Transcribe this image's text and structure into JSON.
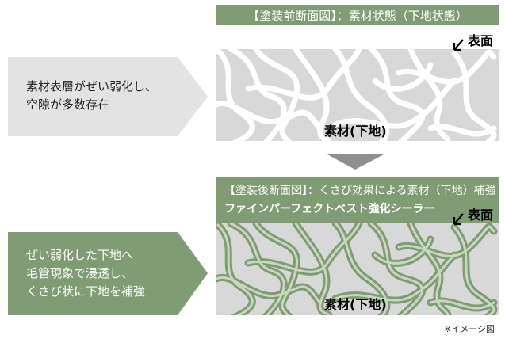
{
  "before": {
    "header": "【塗装前断面図】：素材状態（下地状態）",
    "surface_label": "表面",
    "base_label": "素材(下地)",
    "description": [
      "素材表層がぜい弱化し、",
      "空隙が多数存在"
    ]
  },
  "after": {
    "header": "【塗装後断面図】：くさび効果による素材（下地）補強",
    "product_name": "ファインパーフェクトベスト強化シーラー",
    "surface_label": "表面",
    "base_label": "素材(下地)",
    "description": [
      "ぜい弱化した下地へ",
      "毛管現象で浸透し、",
      "くさび状に下地を補強"
    ]
  },
  "note": "※イメージ図",
  "colors": {
    "green": "#7f9c74",
    "green_light": "#c9d6c0",
    "gray_panel": "#d8d8d8",
    "gray_chevron": "#e3e3e3",
    "arrow_gray": "#8f8f8f"
  }
}
